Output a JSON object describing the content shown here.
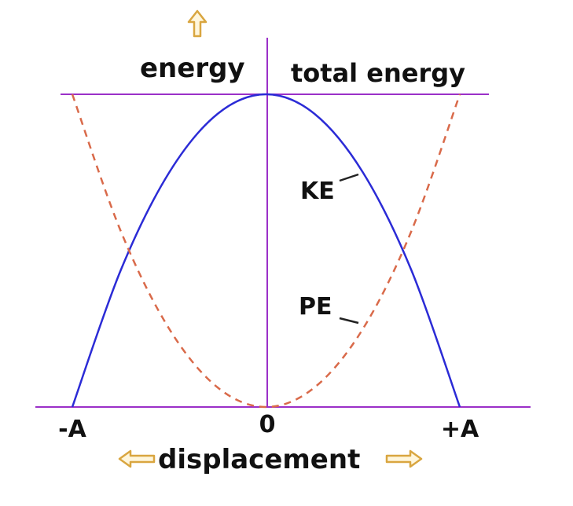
{
  "chart_data": {
    "type": "line",
    "title": "",
    "ylabel": "energy",
    "xlabel": "displacement",
    "total_energy_label": "total energy",
    "x_ticks": [
      "-A",
      "0",
      "+A"
    ],
    "xlim": [
      -1,
      1
    ],
    "ylim": [
      0,
      1
    ],
    "grid": false,
    "series": [
      {
        "name": "KE",
        "style": "solid",
        "color": "#2b2bd6",
        "x": [
          -1,
          -0.75,
          -0.5,
          -0.25,
          0,
          0.25,
          0.5,
          0.75,
          1
        ],
        "y": [
          0,
          0.4375,
          0.75,
          0.9375,
          1,
          0.9375,
          0.75,
          0.4375,
          0
        ]
      },
      {
        "name": "PE",
        "style": "dashed",
        "color": "#d96a4a",
        "x": [
          -1,
          -0.75,
          -0.5,
          -0.25,
          0,
          0.25,
          0.5,
          0.75,
          1
        ],
        "y": [
          1,
          0.5625,
          0.25,
          0.0625,
          0,
          0.0625,
          0.25,
          0.5625,
          1
        ]
      }
    ],
    "total_energy": 1,
    "colors": {
      "axis": "#9b30c8",
      "arrow": "#d9a640"
    },
    "icons": {
      "y_arrow": "up-arrow-icon",
      "x_arrow_left": "left-arrow-icon",
      "x_arrow_right": "right-arrow-icon"
    }
  }
}
